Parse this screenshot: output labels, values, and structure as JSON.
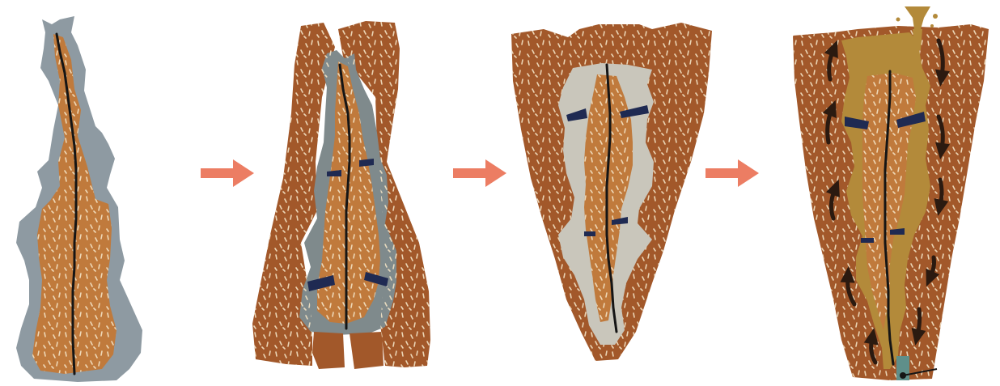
{
  "diagram": {
    "stages": [
      {
        "step": 1,
        "content": "core-model-inside-wax-figure",
        "investment": "none",
        "wax": "present"
      },
      {
        "step": 2,
        "content": "wax-figure-invested-with-core-pins",
        "investment": "present",
        "wax": "present"
      },
      {
        "step": 3,
        "content": "wax-melted-out-leaving-cavity",
        "investment": "present",
        "wax": "removed"
      },
      {
        "step": 4,
        "content": "molten-bronze-poured-into-cavity",
        "investment": "present",
        "wax": "replaced-by-bronze"
      }
    ],
    "arrow_count": 3,
    "colors": {
      "wax": "#8e9aa2",
      "wax_step2": "#7f8a8c",
      "core": "#c07a3c",
      "investment": "#a2582a",
      "cavity": "#c9c6bb",
      "bronze": "#b38a3a",
      "rod": "#151515",
      "pin": "#1f2a52",
      "arrow": "#ec7d63",
      "flow_arrow": "#2b1a10",
      "speckle": "#f3e2c4"
    }
  }
}
